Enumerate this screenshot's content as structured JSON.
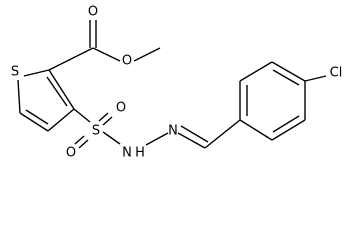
{
  "atoms": {
    "sulfur_ring": "S",
    "carbonyl_oxygen": "O",
    "ester_oxygen": "O",
    "sulfonyl_oxygen_left": "O",
    "sulfonyl_oxygen_right": "O",
    "sulfonyl_sulfur": "S",
    "amine_nitrogen": "N",
    "amine_hydrogen": "H",
    "imine_nitrogen": "N",
    "chlorine": "Cl"
  }
}
